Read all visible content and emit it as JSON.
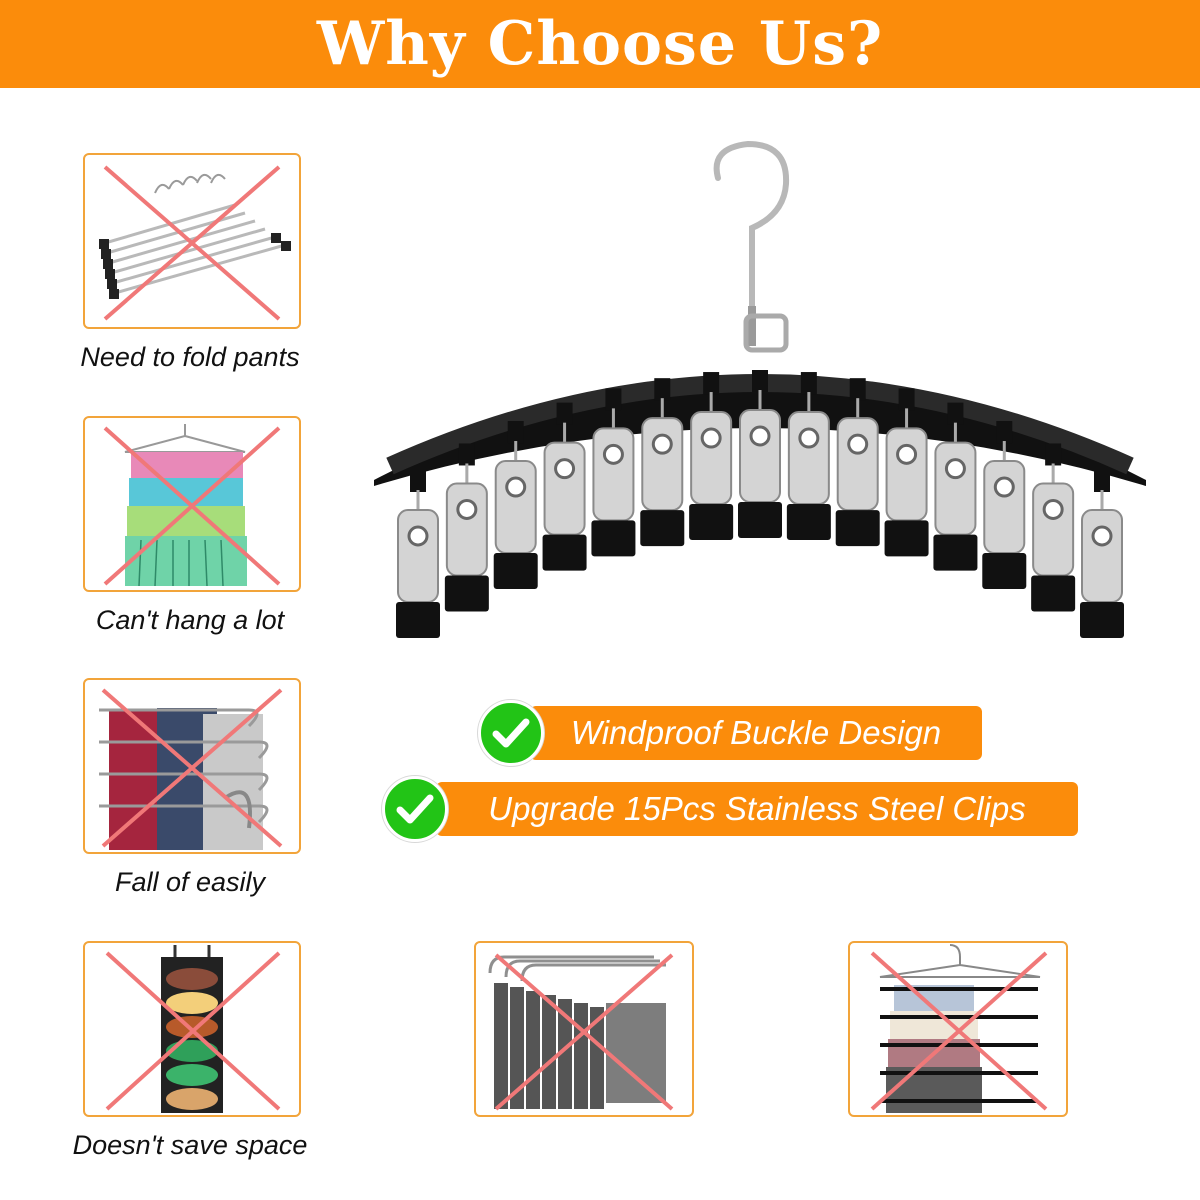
{
  "banner": {
    "title": "Why Choose Us?",
    "color": "#fb8c0b"
  },
  "comparisons": [
    {
      "caption": "Need to fold pants",
      "image": "clip-pants-hangers-stack"
    },
    {
      "caption": "Can't hang a lot",
      "image": "skirt-tier-hanger"
    },
    {
      "caption": "Fall of easily",
      "image": "swing-arm-pants-rack"
    },
    {
      "caption": "Doesn't save space",
      "image": "hanging-roll-organizer"
    }
  ],
  "bottom_images": [
    {
      "image": "open-end-slack-hangers"
    },
    {
      "image": "multi-bar-pants-hanger"
    }
  ],
  "product": {
    "image": "arched-hanger-with-15-clips",
    "clip_count": 15
  },
  "features": [
    {
      "text": "Windproof Buckle Design",
      "icon": "check-circle-icon"
    },
    {
      "text": "Upgrade 15Pcs Stainless Steel Clips",
      "icon": "check-circle-icon"
    }
  ],
  "colors": {
    "accent": "#fb8c0b",
    "cross": "#f07878",
    "check": "#22c416",
    "tile_border": "#f2a43a"
  }
}
